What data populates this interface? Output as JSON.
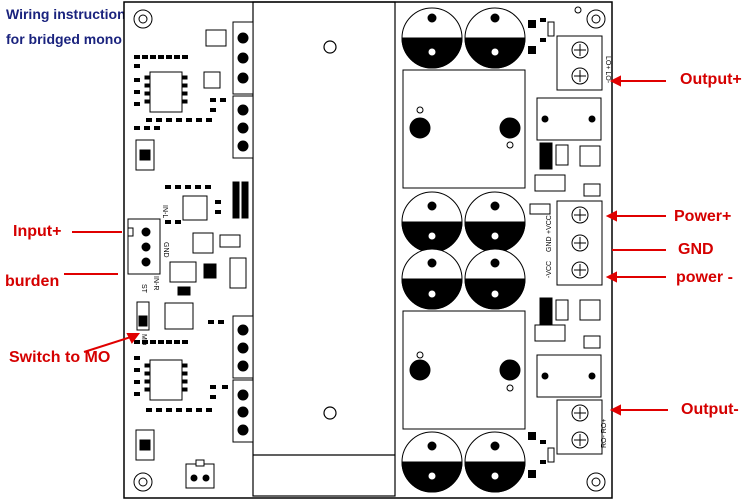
{
  "title": {
    "line1": "Wiring instructions",
    "line2": "for bridged mono mode"
  },
  "labels": {
    "output_plus": "Output+",
    "power_plus": "Power+",
    "gnd": "GND",
    "power_minus": "power -",
    "output_minus": "Output-",
    "input_plus": "Input+",
    "burden": "burden",
    "switch_to_mo": "Switch to MO"
  },
  "board_text": {
    "in_l": "IN-L",
    "in_r": "IN-R",
    "gnd": "GND",
    "st": "ST",
    "mo": "MO",
    "vcc_plus": "+VCC",
    "vcc_gnd": "GND",
    "vcc_minus": "-VCC",
    "lo_top": "LO+  LO-",
    "ro_bottom": "RO-  RO+"
  },
  "colors": {
    "label_red": "#d50000",
    "title_blue": "#1a237e",
    "arrow_red": "#e00000"
  }
}
